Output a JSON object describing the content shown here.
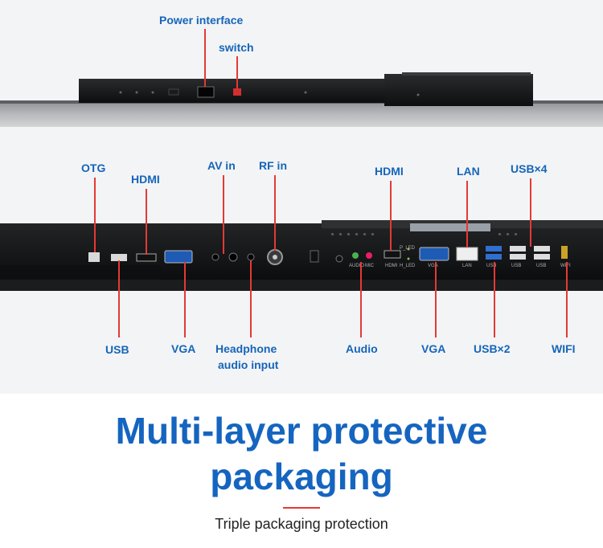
{
  "top_labels": {
    "power_interface": "Power interface",
    "switch": "switch"
  },
  "rear_labels": {
    "otg": "OTG",
    "hdmi_left": "HDMI",
    "av_in": "AV in",
    "rf_in": "RF in",
    "hdmi_right": "HDMI",
    "lan": "LAN",
    "usb_x4": "USB×4",
    "usb": "USB",
    "vga_left": "VGA",
    "headphone_line1": "Headphone",
    "headphone_line2": "audio input",
    "audio": "Audio",
    "vga_right": "VGA",
    "usb_x2": "USB×2",
    "wifi": "WIFI"
  },
  "panel_silkscreen": {
    "audio": "AUDIO",
    "mic": "MIC",
    "hdmi": "HDMI",
    "p_led": "P_LED",
    "h_led": "H_LED",
    "vga": "VGA",
    "lan": "LAN",
    "usb": "USB",
    "wifi": "WIFI"
  },
  "headline": {
    "line1": "Multi-layer protective",
    "line2": "packaging"
  },
  "subline": "Triple packaging protection",
  "colors": {
    "label_blue": "#1565b8",
    "callout_red": "#e53935",
    "headline_blue": "#1565c0"
  }
}
